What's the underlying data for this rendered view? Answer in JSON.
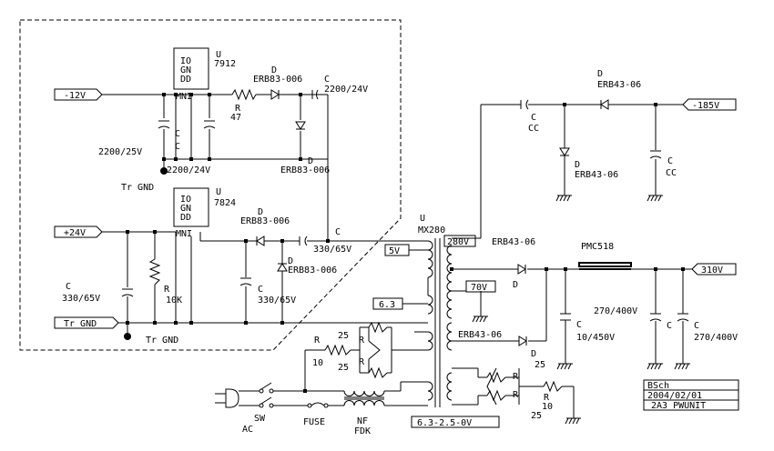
{
  "ports": {
    "m12v": "-12V",
    "p24v": "+24V",
    "trgnd": "Tr_GND",
    "m185v": "-185V",
    "p310v": "310V",
    "v5": "5V",
    "v70": "70V",
    "v63": "6.3",
    "v280": "280V",
    "heater": "6.3-2.5-0V"
  },
  "labels": {
    "u": "U",
    "r": "R",
    "c": "C",
    "d": "D",
    "cc": "CC",
    "u7912": "7912",
    "u7824": "7824",
    "chip_io": "IO",
    "chip_gn": "GN",
    "chip_dd": "DD",
    "chip_pins": "MNI",
    "erb83": "ERB83-006",
    "erb43": "ERB43-06",
    "r47": "47",
    "r10k": "10K",
    "r10": "10",
    "r25": "25",
    "c2200_24": "2200/24V",
    "c2200_25": "2200/25V",
    "c330": "330/65V",
    "c270": "270/400V",
    "c10": "10/450V",
    "trgnd_text": "Tr GND",
    "mx280": "MX280",
    "pmc518": "PMC518",
    "sw": "SW",
    "ac": "AC",
    "fuse": "FUSE",
    "nf": "NF",
    "fdk": "FDK"
  },
  "title_block": {
    "line1": "BSch",
    "line2": "2004/02/01",
    "line3": "2A3 PWUNIT"
  }
}
